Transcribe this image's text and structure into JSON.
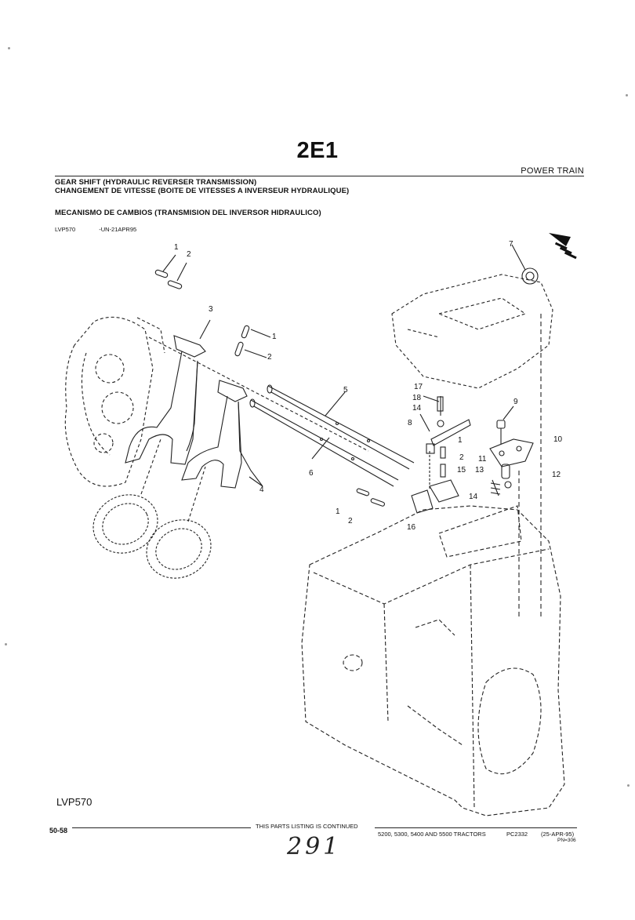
{
  "header": {
    "code": "2E1",
    "section": "POWER TRAIN"
  },
  "titles": {
    "en": "GEAR SHIFT (HYDRAULIC REVERSER TRANSMISSION)",
    "fr": "CHANGEMENT DE VITESSE (BOITE DE VITESSES A INVERSEUR HYDRAULIQUE)",
    "es": "MECANISMO DE CAMBIOS (TRANSMISION DEL INVERSOR HIDRAULICO)"
  },
  "reference": {
    "illustration": "LVP570",
    "code": "-UN-21APR95"
  },
  "callouts": {
    "c1a": "1",
    "c2a": "2",
    "c3": "3",
    "c1b": "1",
    "c2b": "2",
    "c5": "5",
    "c6": "6",
    "c4": "4",
    "c7": "7",
    "c17": "17",
    "c18": "18",
    "c14a": "14",
    "c8": "8",
    "c9": "9",
    "c10": "10",
    "c1c": "1",
    "c2c": "2",
    "c15": "15",
    "c11": "11",
    "c13": "13",
    "c12": "12",
    "c14b": "14",
    "c1d": "1",
    "c2d": "2",
    "c16": "16"
  },
  "illustration_label": "LVP570",
  "footer": {
    "page": "50-58",
    "continued": "THIS PARTS LISTING IS CONTINUED",
    "tractors": "5200, 5300, 5400 AND 5500 TRACTORS",
    "catalog": "PC2332",
    "date": "(25-APR-95)",
    "pn": "PN=306"
  },
  "handwritten_number": "291"
}
